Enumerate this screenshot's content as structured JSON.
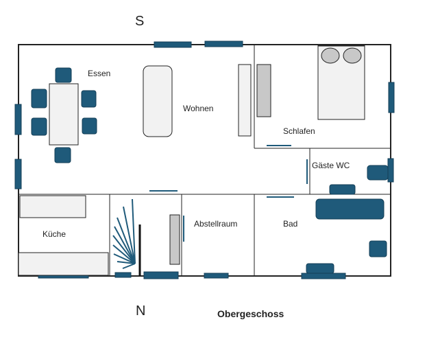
{
  "compass": {
    "south": "S",
    "north": "N"
  },
  "floor_title": "Obergeschoss",
  "rooms": {
    "essen": "Essen",
    "wohnen": "Wohnen",
    "schlafen": "Schlafen",
    "gaeste_wc": "Gäste WC",
    "kueche": "Küche",
    "abstellraum": "Abstellraum",
    "bad": "Bad"
  },
  "colors": {
    "wall": "#222222",
    "window": "#1f5a7a",
    "furniture_fill": "#1f5a7a",
    "light_fill": "#f2f2f2",
    "grey_fill": "#c8c8c8"
  }
}
